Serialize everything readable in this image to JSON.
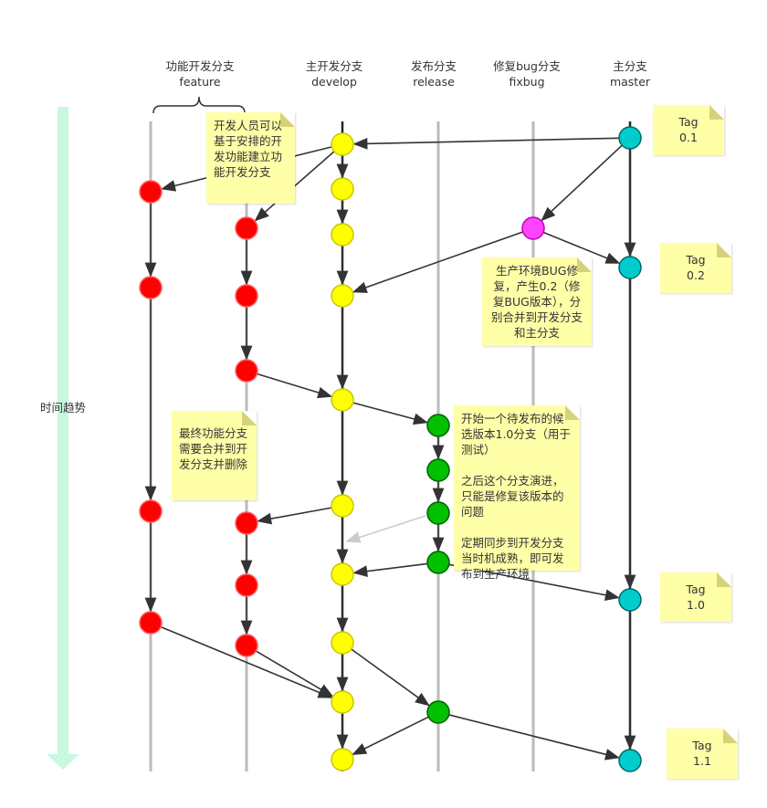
{
  "headers": [
    {
      "cn": "功能开发分支",
      "en": "feature"
    },
    {
      "cn": "主开发分支",
      "en": "develop"
    },
    {
      "cn": "发布分支",
      "en": "release"
    },
    {
      "cn": "修复bug分支",
      "en": "fixbug"
    },
    {
      "cn": "主分支",
      "en": "master"
    }
  ],
  "time_label": "时间趋势",
  "notes": {
    "feature_create": "开发人员可以基于安排的开发功能建立功能开发分支",
    "bugfix": "生产环境BUG修复，产生0.2（修复BUG版本），分别合并到开发分支和主分支",
    "release_1": "开始一个待发布的候选版本1.0分支（用于测试）",
    "release_2": "之后这个分支演进，只能是修复该版本的问题",
    "release_3": "定期同步到开发分支当时机成熟，即可发布到生产环境",
    "feature_merge": "最终功能分支需要合并到开发分支并删除"
  },
  "tags": [
    {
      "label": "Tag",
      "version": "0.1"
    },
    {
      "label": "Tag",
      "version": "0.2"
    },
    {
      "label": "Tag",
      "version": "1.0"
    },
    {
      "label": "Tag",
      "version": "1.1"
    }
  ],
  "colors": {
    "feature": "#ff0000",
    "develop": "#ffff00",
    "release": "#00c000",
    "fixbug": "#ff44ff",
    "master": "#00cccc",
    "note": "#ffffa8",
    "time": "#c8f8e0"
  }
}
